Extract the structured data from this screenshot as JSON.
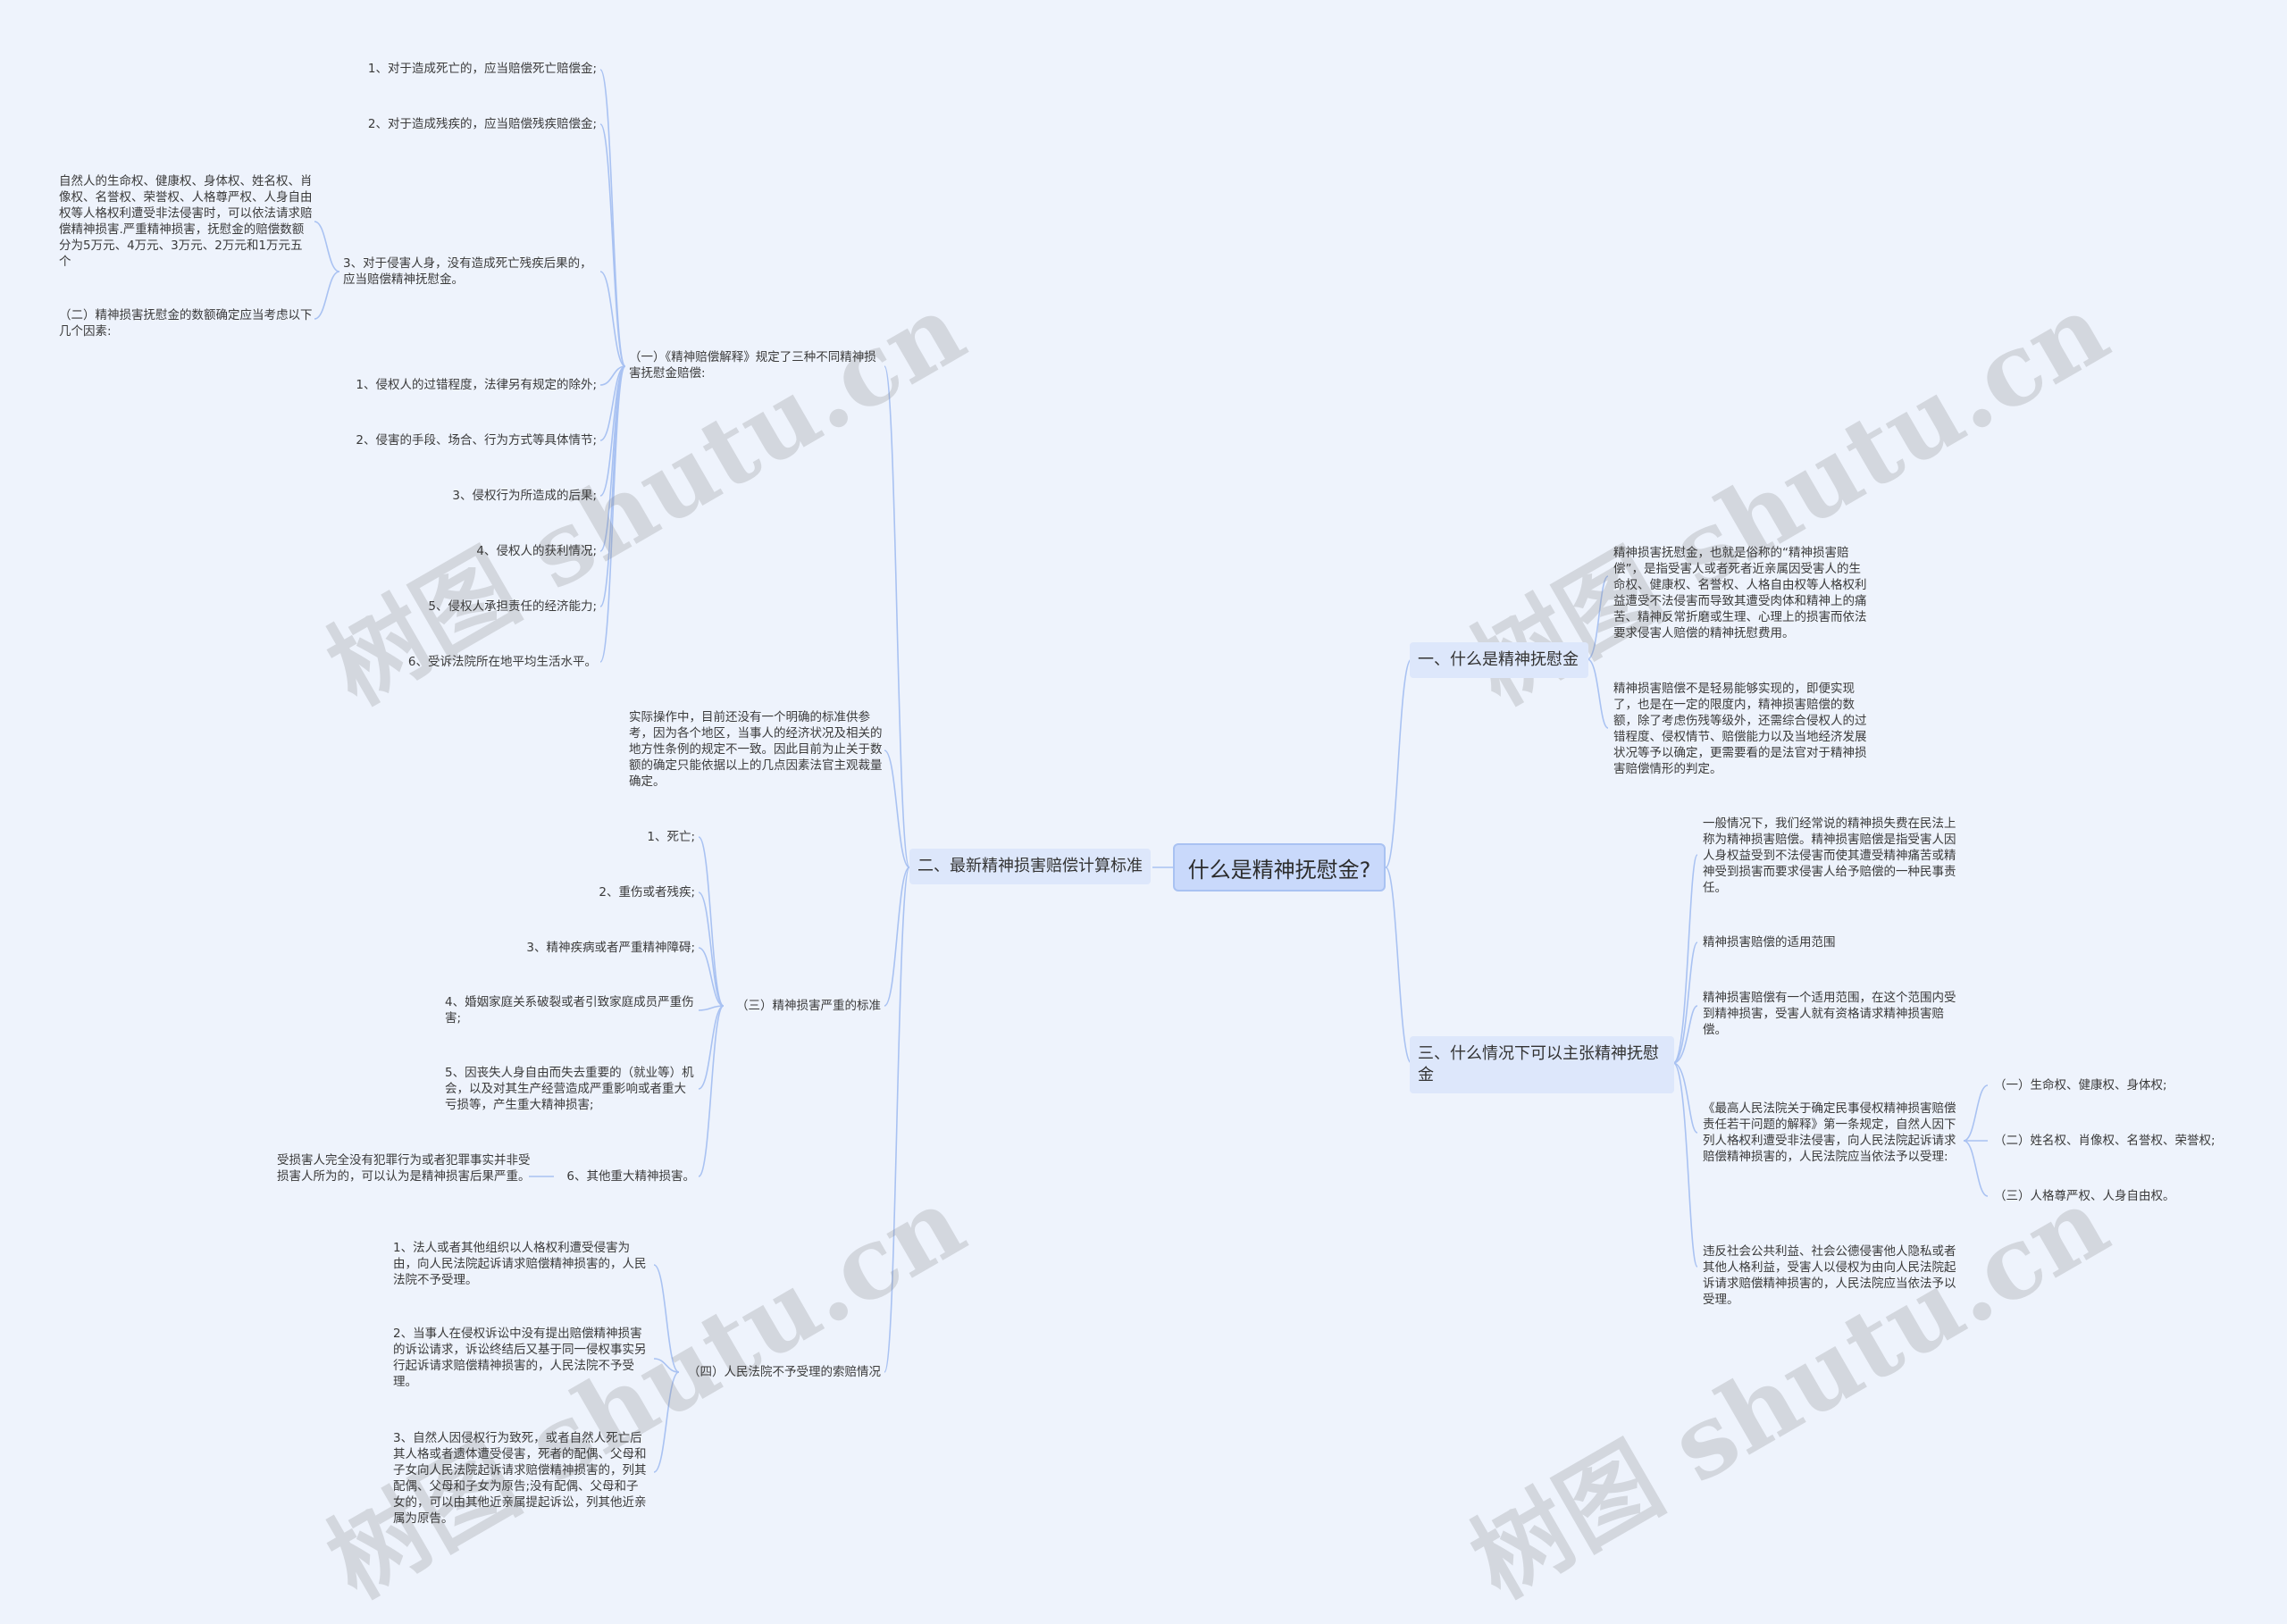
{
  "root": "什么是精神抚慰金?",
  "branches": {
    "b1": "一、什么是精神抚慰金",
    "b2": "二、最新精神损害赔偿计算标准",
    "b3": "三、什么情况下可以主张精神抚慰金"
  },
  "b1": {
    "t1": "精神损害抚慰金，也就是俗称的“精神损害赔偿”，是指受害人或者死者近亲属因受害人的生命权、健康权、名誉权、人格自由权等人格权利益遭受不法侵害而导致其遭受肉体和精神上的痛苦、精神反常折磨或生理、心理上的损害而依法要求侵害人赔偿的精神抚慰费用。",
    "t2": "精神损害赔偿不是轻易能够实现的，即便实现了，也是在一定的限度内，精神损害赔偿的数额，除了考虑伤残等级外，还需综合侵权人的过错程度、侵权情节、赔偿能力以及当地经济发展状况等予以确定，更需要看的是法官对于精神损害赔偿情形的判定。"
  },
  "b2": {
    "sec1": "（一）《精神赔偿解释》规定了三种不同精神损害抚慰金赔偿:",
    "s1_items": [
      "1、对于造成死亡的，应当赔偿死亡赔偿金;",
      "2、对于造成残疾的，应当赔偿残疾赔偿金;",
      "3、对于侵害人身，没有造成死亡残疾后果的，应当赔偿精神抚慰金。",
      "1、侵权人的过错程度，法律另有规定的除外;",
      "2、侵害的手段、场合、行为方式等具体情节;",
      "3、侵权行为所造成的后果;",
      "4、侵权人的获利情况;",
      "5、侵权人承担责任的经济能力;",
      "6、受诉法院所在地平均生活水平。"
    ],
    "s1_sub3a": "自然人的生命权、健康权、身体权、姓名权、肖像权、名誉权、荣誉权、人格尊严权、人身自由权等人格权利遭受非法侵害时，可以依法请求赔偿精神损害.严重精神损害，抚慰金的赔偿数额分为5万元、4万元、3万元、2万元和1万元五个",
    "s1_sub3b": "（二）精神损害抚慰金的数额确定应当考虑以下几个因素:",
    "sec_note": "实际操作中，目前还没有一个明确的标准供参考，因为各个地区，当事人的经济状况及相关的地方性条例的规定不一致。因此目前为止关于数额的确定只能依据以上的几点因素法官主观裁量确定。",
    "sec3": "（三）精神损害严重的标准",
    "s3_items": [
      "1、死亡;",
      "2、重伤或者残疾;",
      "3、精神疾病或者严重精神障碍;",
      "4、婚姻家庭关系破裂或者引致家庭成员严重伤害;",
      "5、因丧失人身自由而失去重要的（就业等）机会，以及对其生产经营造成严重影响或者重大亏损等，产生重大精神损害;",
      "6、其他重大精神损害。"
    ],
    "s3_sub6": "受损害人完全没有犯罪行为或者犯罪事实并非受损害人所为的，可以认为是精神损害后果严重。",
    "sec4": "（四）人民法院不予受理的索赔情况",
    "s4_items": [
      "1、法人或者其他组织以人格权利遭受侵害为由，向人民法院起诉请求赔偿精神损害的，人民法院不予受理。",
      "2、当事人在侵权诉讼中没有提出赔偿精神损害的诉讼请求，诉讼终结后又基于同一侵权事实另行起诉请求赔偿精神损害的，人民法院不予受理。",
      "3、自然人因侵权行为致死，或者自然人死亡后其人格或者遗体遭受侵害，死者的配偶、父母和子女向人民法院起诉请求赔偿精神损害的，列其配偶、父母和子女为原告;没有配偶、父母和子女的，可以由其他近亲属提起诉讼，列其他近亲属为原告。"
    ]
  },
  "b3": {
    "t1": "一般情况下，我们经常说的精神损失费在民法上称为精神损害赔偿。精神损害赔偿是指受害人因人身权益受到不法侵害而使其遭受精神痛苦或精神受到损害而要求侵害人给予赔偿的一种民事责任。",
    "t2": "精神损害赔偿的适用范围",
    "t3": "精神损害赔偿有一个适用范围，在这个范围内受到精神损害，受害人就有资格请求精神损害赔偿。",
    "t4": "《最高人民法院关于确定民事侵权精神损害赔偿责任若干问题的解释》第一条规定，自然人因下列人格权利遭受非法侵害，向人民法院起诉请求赔偿精神损害的，人民法院应当依法予以受理:",
    "t4_items": [
      "（一）生命权、健康权、身体权;",
      "（二）姓名权、肖像权、名誉权、荣誉权;",
      "（三）人格尊严权、人身自由权。"
    ],
    "t5": "违反社会公共利益、社会公德侵害他人隐私或者其他人格利益，受害人以侵权为由向人民法院起诉请求赔偿精神损害的，人民法院应当依法予以受理。"
  },
  "watermark": "树图 shutu.cn",
  "colors": {
    "line": "#a9c2f2",
    "root_bg": "#c9d9fb",
    "branch_bg": "#dde7fb",
    "bg": "#eef3fc"
  }
}
